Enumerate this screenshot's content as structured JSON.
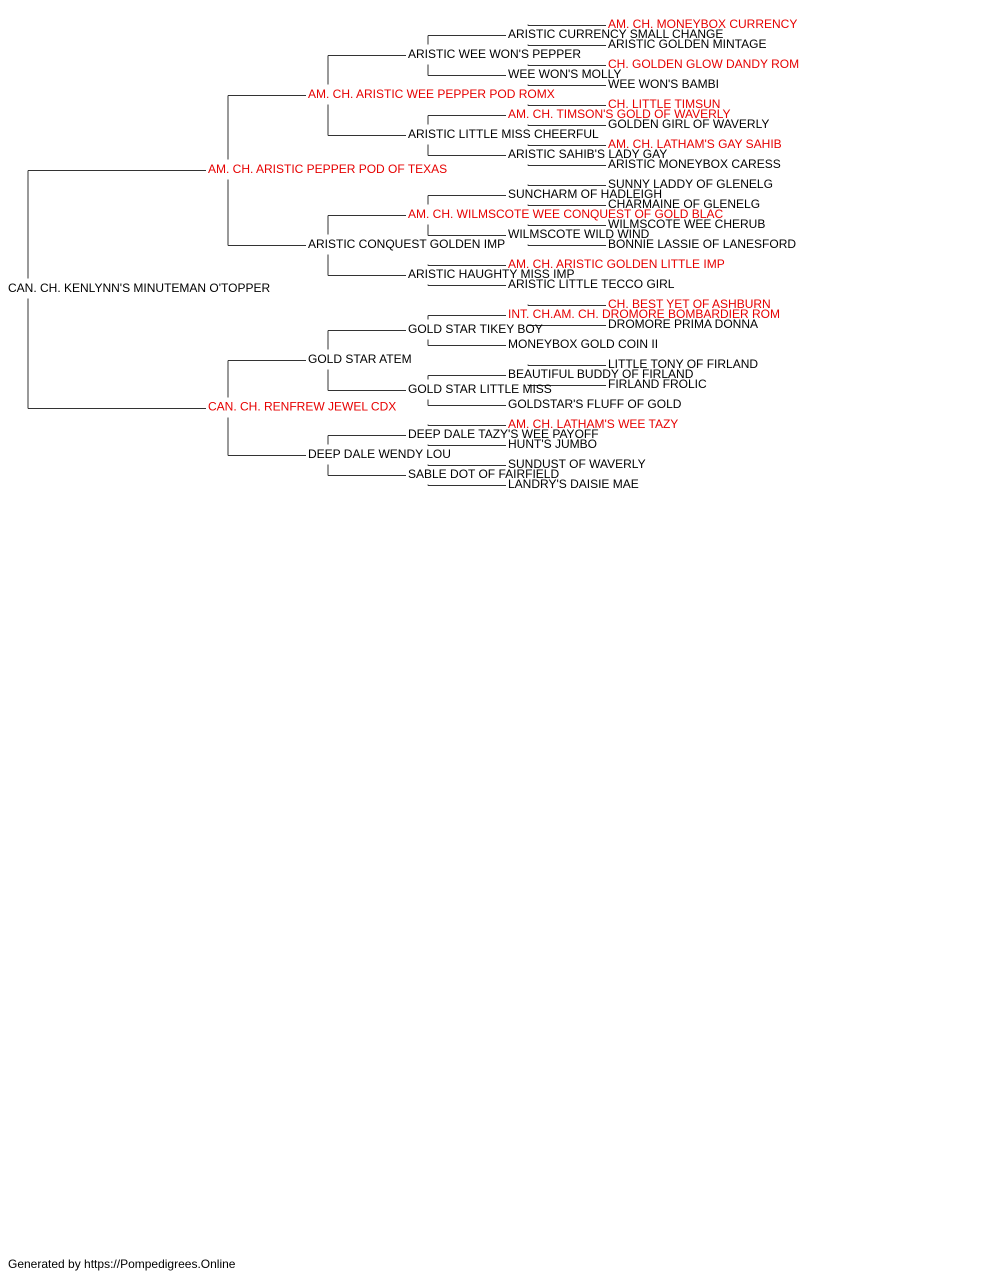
{
  "colors": {
    "champion": "#e60000",
    "normal": "#000000",
    "line": "#333333"
  },
  "footer": "Generated by https://Pompedigrees.Online",
  "pedigree": {
    "name": "CAN. CH. KENLYNN'S MINUTEMAN O'TOPPER",
    "champion": false,
    "sire": {
      "name": "AM. CH. ARISTIC PEPPER POD OF TEXAS",
      "champion": true,
      "sire": {
        "name": "AM. CH. ARISTIC WEE PEPPER POD ROMX",
        "champion": true,
        "sire": {
          "name": "ARISTIC WEE WON'S PEPPER",
          "champion": false,
          "sire": {
            "name": "ARISTIC CURRENCY SMALL CHANGE",
            "champion": false,
            "sire": {
              "name": "AM. CH. MONEYBOX CURRENCY",
              "champion": true
            },
            "dam": {
              "name": "ARISTIC GOLDEN MINTAGE",
              "champion": false
            }
          },
          "dam": {
            "name": "WEE WON'S MOLLY",
            "champion": false,
            "sire": {
              "name": "CH. GOLDEN GLOW DANDY ROM",
              "champion": true
            },
            "dam": {
              "name": "WEE WON'S BAMBI",
              "champion": false
            }
          }
        },
        "dam": {
          "name": "ARISTIC LITTLE MISS CHEERFUL",
          "champion": false,
          "sire": {
            "name": "AM. CH. TIMSON'S GOLD OF WAVERLY",
            "champion": true,
            "sire": {
              "name": "CH. LITTLE TIMSUN",
              "champion": true
            },
            "dam": {
              "name": "GOLDEN GIRL OF WAVERLY",
              "champion": false
            }
          },
          "dam": {
            "name": "ARISTIC SAHIB'S LADY GAY",
            "champion": false,
            "sire": {
              "name": "AM. CH. LATHAM'S GAY SAHIB",
              "champion": true
            },
            "dam": {
              "name": "ARISTIC MONEYBOX CARESS",
              "champion": false
            }
          }
        }
      },
      "dam": {
        "name": "ARISTIC CONQUEST GOLDEN IMP",
        "champion": false,
        "sire": {
          "name": "AM. CH. WILMSCOTE WEE CONQUEST OF GOLD BLAC",
          "champion": true,
          "sire": {
            "name": "SUNCHARM OF HADLEIGH",
            "champion": false,
            "sire": {
              "name": "SUNNY LADDY OF GLENELG",
              "champion": false
            },
            "dam": {
              "name": "CHARMAINE OF GLENELG",
              "champion": false
            }
          },
          "dam": {
            "name": "WILMSCOTE WILD WIND",
            "champion": false,
            "sire": {
              "name": "WILMSCOTE WEE CHERUB",
              "champion": false
            },
            "dam": {
              "name": "BONNIE LASSIE OF LANESFORD",
              "champion": false
            }
          }
        },
        "dam": {
          "name": "ARISTIC HAUGHTY MISS IMP",
          "champion": false,
          "sire": {
            "name": "AM. CH. ARISTIC GOLDEN LITTLE IMP",
            "champion": true
          },
          "dam": {
            "name": "ARISTIC LITTLE TECCO GIRL",
            "champion": false
          }
        }
      }
    },
    "dam": {
      "name": "CAN. CH. RENFREW JEWEL CDX",
      "champion": true,
      "sire": {
        "name": "GOLD STAR ATEM",
        "champion": false,
        "sire": {
          "name": "GOLD STAR TIKEY BOY",
          "champion": false,
          "sire": {
            "name": "INT. CH.AM. CH. DROMORE BOMBARDIER ROM",
            "champion": true,
            "sire": {
              "name": "CH. BEST YET OF ASHBURN",
              "champion": true
            },
            "dam": {
              "name": "DROMORE PRIMA DONNA",
              "champion": false
            }
          },
          "dam": {
            "name": "MONEYBOX GOLD COIN II",
            "champion": false
          }
        },
        "dam": {
          "name": "GOLD STAR LITTLE MISS",
          "champion": false,
          "sire": {
            "name": "BEAUTIFUL BUDDY OF FIRLAND",
            "champion": false,
            "sire": {
              "name": "LITTLE TONY OF FIRLAND",
              "champion": false
            },
            "dam": {
              "name": "FIRLAND FROLIC",
              "champion": false
            }
          },
          "dam": {
            "name": "GOLDSTAR'S FLUFF OF GOLD",
            "champion": false
          }
        }
      },
      "dam": {
        "name": "DEEP DALE WENDY LOU",
        "champion": false,
        "sire": {
          "name": "DEEP DALE TAZY'S WEE PAYOFF",
          "champion": false,
          "sire": {
            "name": "AM. CH. LATHAM'S WEE TAZY",
            "champion": true
          },
          "dam": {
            "name": "HUNT'S JUMBO",
            "champion": false
          }
        },
        "dam": {
          "name": "SABLE DOT OF FAIRFIELD",
          "champion": false,
          "sire": {
            "name": "SUNDUST OF WAVERLY",
            "champion": false
          },
          "dam": {
            "name": "LANDRY'S DAISIE MAE",
            "champion": false
          }
        }
      }
    }
  }
}
